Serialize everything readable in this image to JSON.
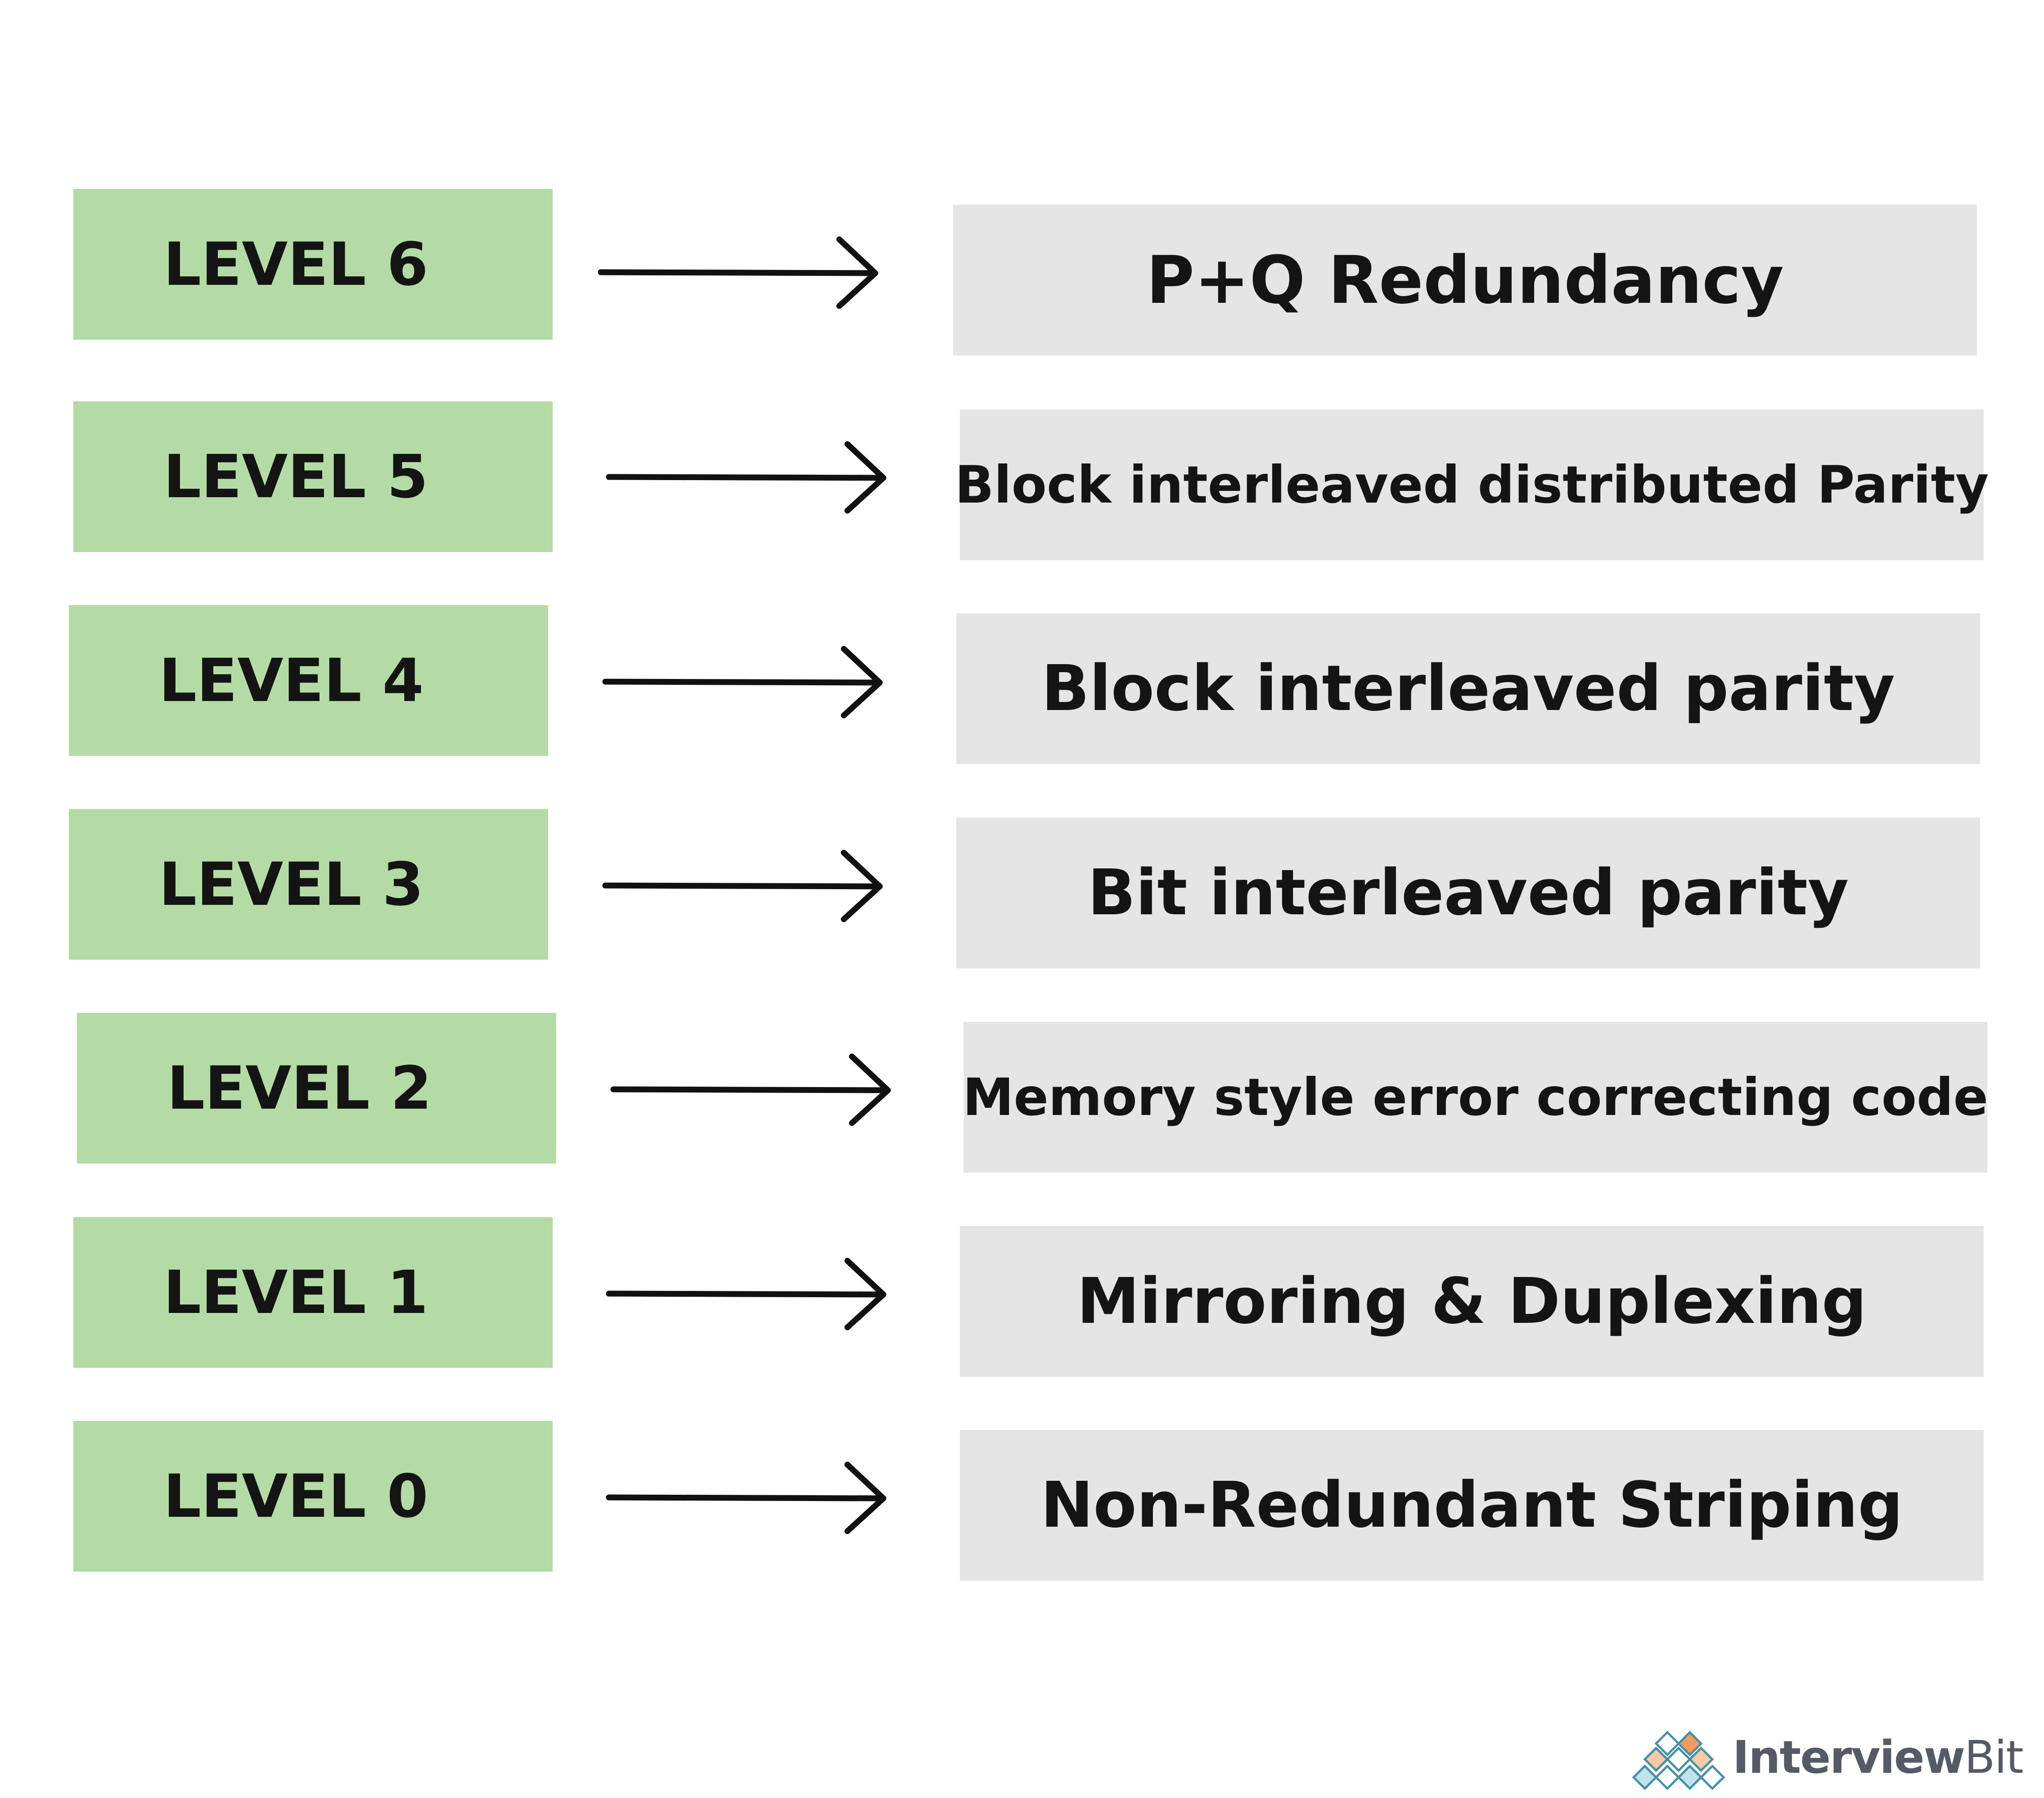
{
  "rows": [
    {
      "level": "LEVEL 6",
      "description": "P+Q Redundancy"
    },
    {
      "level": "LEVEL 5",
      "description": "Block interleaved distributed Parity"
    },
    {
      "level": "LEVEL 4",
      "description": "Block interleaved parity"
    },
    {
      "level": "LEVEL 3",
      "description": "Bit interleaved parity"
    },
    {
      "level": "LEVEL 2",
      "description": "Memory style error correcting code"
    },
    {
      "level": "LEVEL 1",
      "description": "Mirroring & Duplexing"
    },
    {
      "level": "LEVEL 0",
      "description": "Non-Redundant Striping"
    }
  ],
  "brand": {
    "name_bold": "Interview",
    "name_regular": "Bit",
    "icon": "diamond-grid-logo-icon"
  },
  "colors": {
    "level_fill": "#b4dba5",
    "description_fill": "#e5e5e5",
    "text": "#141414",
    "arrow": "#111111"
  }
}
